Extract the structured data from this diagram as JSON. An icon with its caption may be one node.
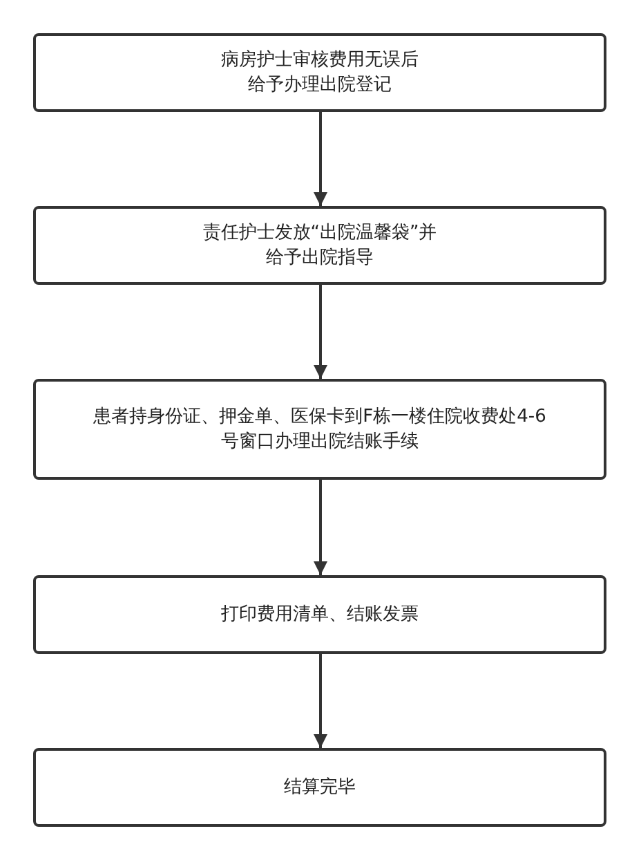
{
  "diagram": {
    "nodes": [
      {
        "text": [
          "病房护士审核费用无误后给予办理出院登记"
        ]
      },
      {
        "text": [
          "责任护士发放“出院温馨袋”并给予出院指导"
        ]
      },
      {
        "text": [
          "患者持身份证、押金单、医保卡到F栋一楼住院收费处4-6号窗口办理出院结账手续"
        ]
      },
      {
        "text": [
          "打印费用清单、结账发票"
        ]
      },
      {
        "text": [
          "结算完毕"
        ]
      }
    ],
    "edges": [
      {
        "from": 0,
        "to": 1,
        "arrow": "to"
      },
      {
        "from": 1,
        "to": 2,
        "arrow": "to"
      },
      {
        "from": 2,
        "to": 3,
        "arrow": "to"
      },
      {
        "from": 3,
        "to": 4,
        "arrow": "to"
      }
    ]
  }
}
